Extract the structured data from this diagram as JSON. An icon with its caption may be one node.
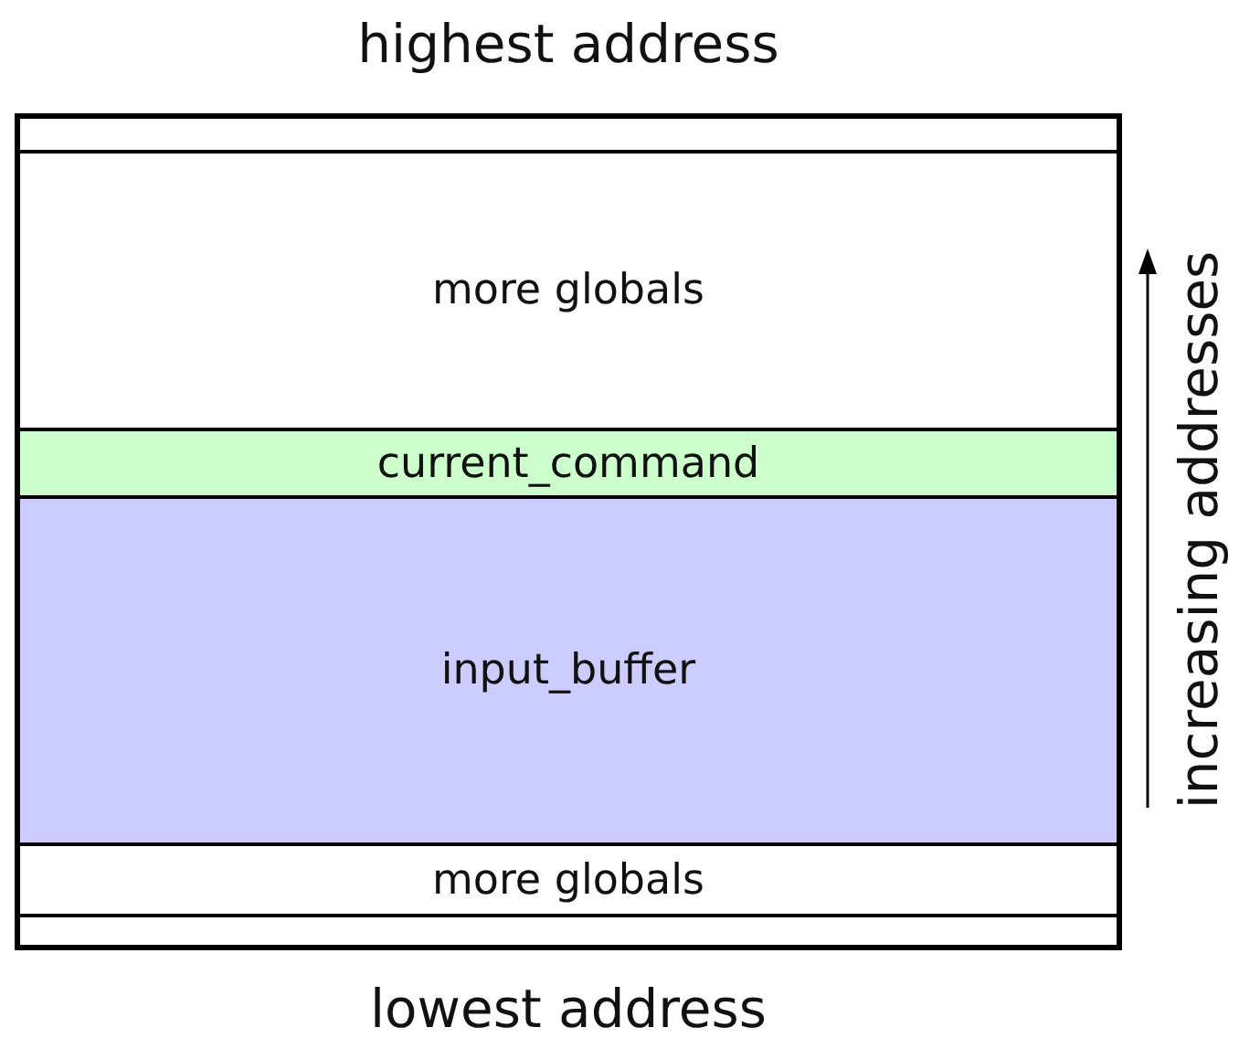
{
  "diagram": {
    "nodes": [
      {
        "text": [],
        "shape": "box"
      },
      {
        "text": [],
        "shape": "box",
        "in": 0
      },
      {
        "text": [
          "more globals"
        ],
        "in": 0
      },
      {
        "text": [
          "current_command"
        ],
        "in": 0
      },
      {
        "text": [
          "input_buffer"
        ],
        "in": 0
      },
      {
        "text": [
          "more globals"
        ],
        "in": 0
      },
      {
        "text": [],
        "shape": "box",
        "in": 0
      }
    ],
    "labels": [
      "highest address",
      "lowest address",
      "increasing addresses"
    ]
  }
}
